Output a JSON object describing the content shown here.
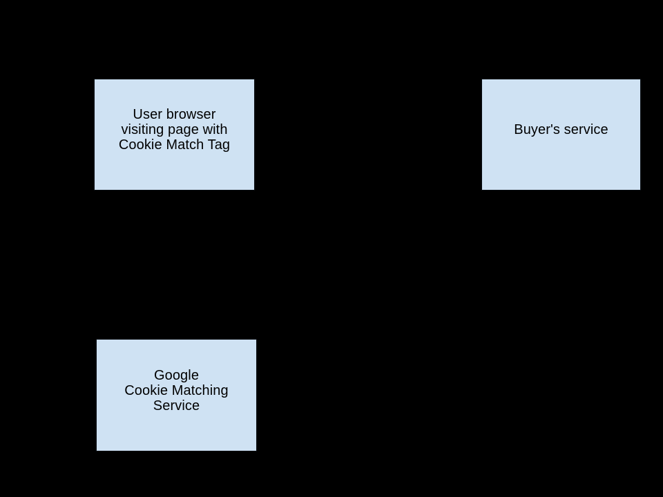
{
  "diagram": {
    "background_color": "#000000",
    "node_fill_color": "#cfe2f3",
    "node_text_color": "#000000",
    "nodes": [
      {
        "id": "user-browser",
        "label": "User browser\nvisiting page with\nCookie Match Tag"
      },
      {
        "id": "buyers-service",
        "label": "Buyer's service"
      },
      {
        "id": "google-cookie-matching-service",
        "label": "Google\nCookie Matching\nService"
      }
    ]
  }
}
